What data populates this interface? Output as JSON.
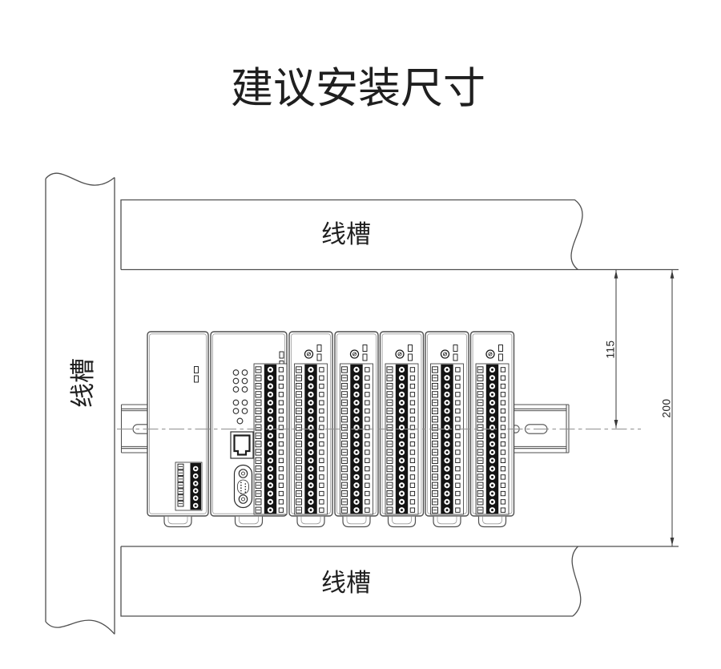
{
  "title": "建议安装尺寸",
  "ducts": {
    "top_label": "线槽",
    "left_label": "线槽",
    "bottom_label": "线槽"
  },
  "dimensions": {
    "rail_center_offset": "115",
    "duct_spacing": "200"
  },
  "colors": {
    "line": "#4f4f4f",
    "dark": "#141414",
    "dim": "#3a3a3a",
    "text": "#1f1f1f"
  }
}
